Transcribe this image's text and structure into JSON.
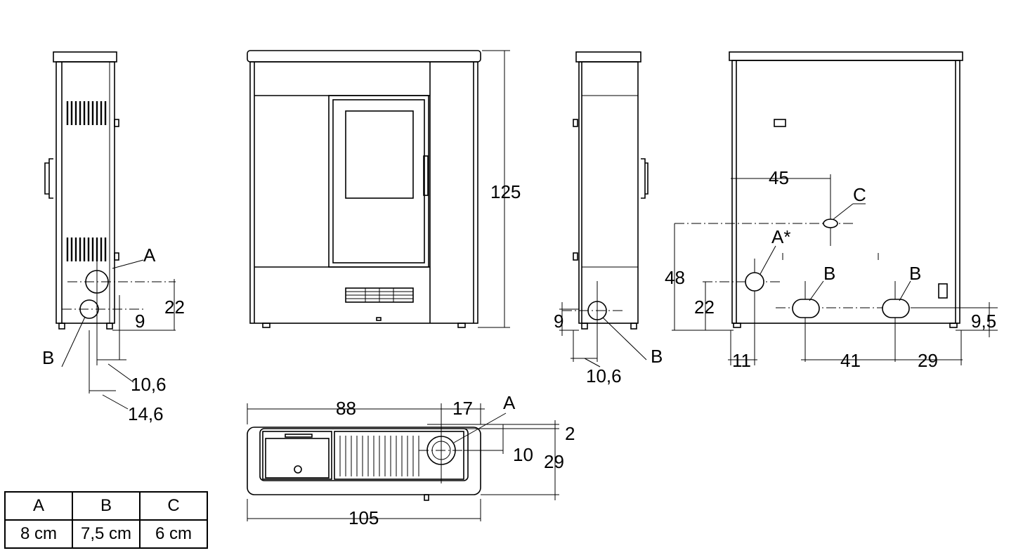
{
  "views": {
    "left_side": {
      "label_a": "A",
      "label_b": "B",
      "dim_22": "22",
      "dim_9": "9",
      "dim_10_6": "10,6",
      "dim_14_6": "14,6"
    },
    "front": {
      "dim_height": "125"
    },
    "right_side": {
      "label_b": "B",
      "dim_9": "9",
      "dim_10_6": "10,6"
    },
    "back": {
      "label_c": "C",
      "label_a_star": "A*",
      "label_b1": "B",
      "label_b2": "B",
      "dim_45": "45",
      "dim_48": "48",
      "dim_22": "22",
      "dim_9_5": "9,5",
      "dim_11": "11",
      "dim_41": "41",
      "dim_29": "29"
    },
    "top": {
      "label_a": "A",
      "dim_88": "88",
      "dim_17": "17",
      "dim_2": "2",
      "dim_10": "10",
      "dim_29": "29",
      "dim_105": "105"
    }
  },
  "legend": {
    "headers": [
      "A",
      "B",
      "C"
    ],
    "values": [
      "8 cm",
      "7,5 cm",
      "6 cm"
    ]
  }
}
